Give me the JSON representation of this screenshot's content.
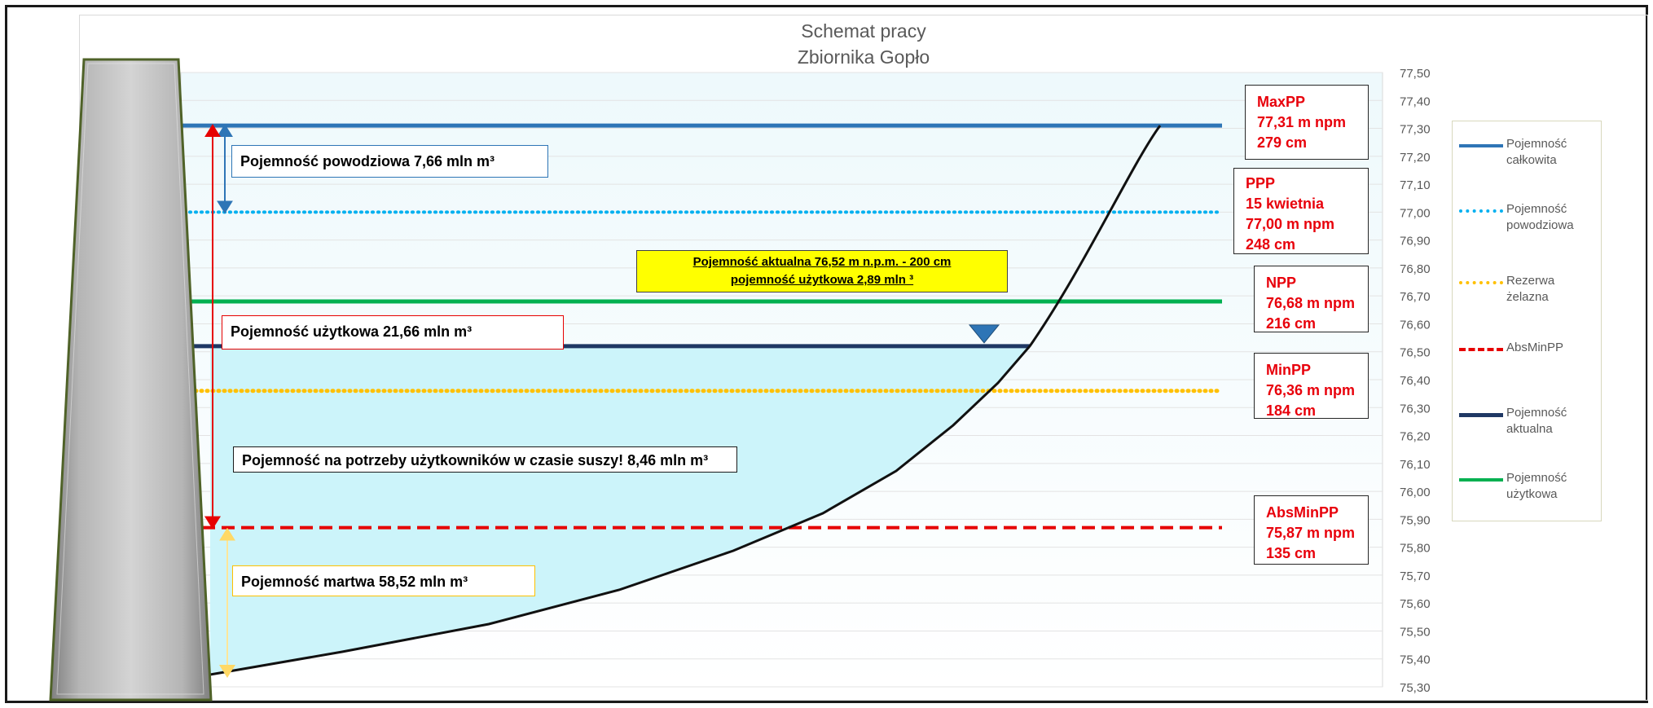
{
  "chart_data": {
    "type": "line",
    "title": [
      "Schemat pracy",
      "Zbiornika Gopło"
    ],
    "ylim": [
      75.3,
      77.5
    ],
    "y_ticks": [
      "75,30",
      "75,40",
      "75,50",
      "75,60",
      "75,70",
      "75,80",
      "75,90",
      "76,00",
      "76,10",
      "76,20",
      "76,30",
      "76,40",
      "76,50",
      "76,60",
      "76,70",
      "76,80",
      "76,90",
      "77,00",
      "77,10",
      "77,20",
      "77,30",
      "77,40",
      "77,50"
    ],
    "series": [
      {
        "name": "Pojemność całkowita",
        "value": 77.31,
        "color": "#2e75b6",
        "style": "solid"
      },
      {
        "name": "Pojemność powodziowa",
        "value": 77.0,
        "color": "#00b0f0",
        "style": "dotted"
      },
      {
        "name": "Rezerwa żelazna",
        "value": 76.36,
        "color": "#ffc000",
        "style": "dotted"
      },
      {
        "name": "AbsMinPP",
        "value": 75.87,
        "color": "#e60000",
        "style": "dashed"
      },
      {
        "name": "Pojemność aktualna",
        "value": 76.52,
        "color": "#1f3864",
        "style": "solid"
      },
      {
        "name": "Pojemność użytkowa",
        "value": 76.68,
        "color": "#00b050",
        "style": "solid"
      }
    ],
    "legend_position": "right"
  },
  "volume_labels": {
    "flood": "Pojemność powodziowa 7,66 mln m³",
    "useful": "Pojemność użytkowa 21,66 mln m³",
    "drought": "Pojemność na potrzeby użytkowników w czasie suszy! 8,46 mln m³",
    "dead": "Pojemność martwa 58,52 mln m³"
  },
  "current_box": {
    "line1": "Pojemność aktualna 76,52 m n.p.m. - 200 cm",
    "line2": "pojemność użytkowa 2,89 mln ³"
  },
  "level_boxes": [
    {
      "lines": [
        "MaxPP",
        "77,31 m npm",
        "279 cm"
      ]
    },
    {
      "lines": [
        "PPP",
        "15 kwietnia",
        "77,00 m npm",
        "248 cm"
      ]
    },
    {
      "lines": [
        "NPP",
        "76,68 m npm",
        "216 cm"
      ]
    },
    {
      "lines": [
        "MinPP",
        "76,36 m npm",
        "184 cm"
      ]
    },
    {
      "lines": [
        "AbsMinPP",
        "75,87 m npm",
        "135 cm"
      ]
    }
  ],
  "colors": {
    "water": "#ccf4fa",
    "dam": "#a6a6a6",
    "dam_border": "#4f6228",
    "flood_arrow": "#2e75b6",
    "useful_arrow": "#e60000",
    "dead_arrow": "#ffe699"
  }
}
